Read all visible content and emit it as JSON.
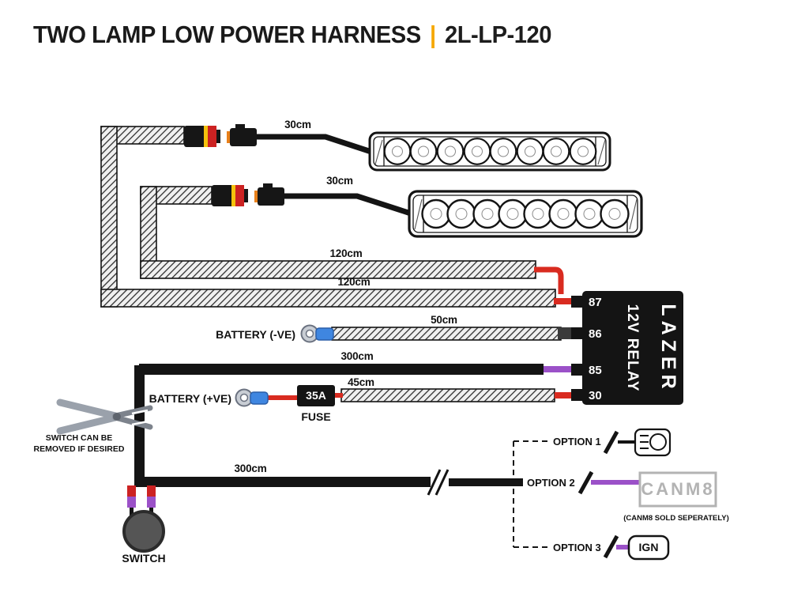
{
  "title": {
    "main": "TWO LAMP LOW POWER HARNESS",
    "separator": "|",
    "code": "2L-LP-120"
  },
  "colors": {
    "accent_orange": "#F6A800",
    "wire_red": "#d92b20",
    "wire_purple": "#9b51c8",
    "terminal_blue": "#3f86e0",
    "relay_black": "#141414"
  },
  "cables": {
    "lamp1_length": "30cm",
    "lamp2_length": "30cm",
    "relay_feed1_length": "120cm",
    "relay_feed2_length": "120cm",
    "battery_neg_length": "50cm",
    "switch_feed_length": "300cm",
    "battery_pos_length": "45cm",
    "ignition_feed_length": "300cm"
  },
  "battery": {
    "negative_label": "BATTERY (-VE)",
    "positive_label": "BATTERY (+VE)"
  },
  "fuse": {
    "rating": "35A",
    "label": "FUSE"
  },
  "relay": {
    "pins": [
      "87",
      "86",
      "85",
      "30"
    ],
    "label": "12V RELAY",
    "brand": "LAZER"
  },
  "switch": {
    "label": "SWITCH",
    "note_line1": "SWITCH CAN BE",
    "note_line2": "REMOVED IF DESIRED"
  },
  "options": {
    "option1": {
      "label": "OPTION 1"
    },
    "option2": {
      "label": "OPTION 2",
      "device": "CANM8",
      "note": "(CANM8 SOLD SEPERATELY)"
    },
    "option3": {
      "label": "OPTION 3",
      "device": "IGN"
    }
  }
}
